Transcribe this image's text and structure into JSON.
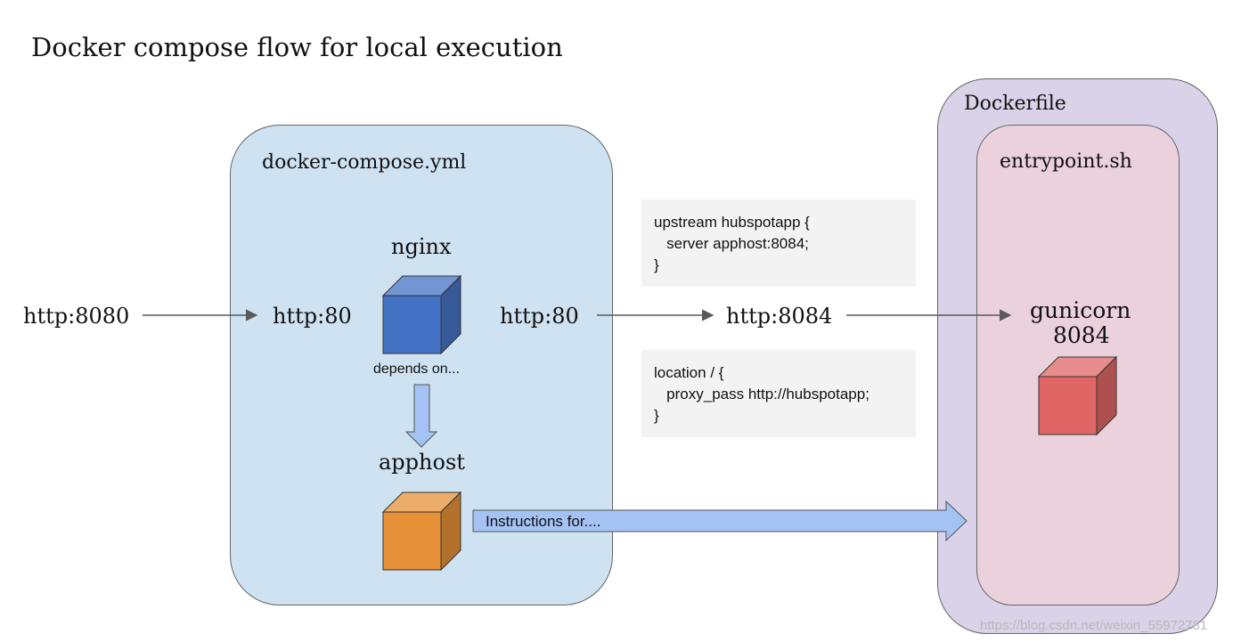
{
  "title": "Docker compose flow for local execution",
  "colors": {
    "compose_fill": "#cfe2f1",
    "dockerfile_fill": "#d9d2e9",
    "entrypoint_fill": "#ead1dc",
    "code_fill": "#f3f3f3",
    "nginx_cube": "#4472c4",
    "apphost_cube": "#e69138",
    "gunicorn_cube": "#e06666",
    "arrow": "#595959",
    "block_arrow": "#a4c2f4"
  },
  "labels": {
    "http_8080": "http:8080",
    "http_80_left": "http:80",
    "http_80_right": "http:80",
    "http_8084": "http:8084",
    "compose_file": "docker-compose.yml",
    "dockerfile": "Dockerfile",
    "entrypoint": "entrypoint.sh",
    "nginx": "nginx",
    "depends_on": "depends on...",
    "apphost": "apphost",
    "gunicorn": "gunicorn",
    "gunicorn_port": "8084",
    "instructions": "Instructions for...."
  },
  "code": {
    "upstream": "upstream hubspotapp {\n   server apphost:8084;\n}",
    "location": "location / {\n   proxy_pass http://hubspotapp;\n}"
  },
  "watermark": "https://blog.csdn.net/weixin_55972781"
}
